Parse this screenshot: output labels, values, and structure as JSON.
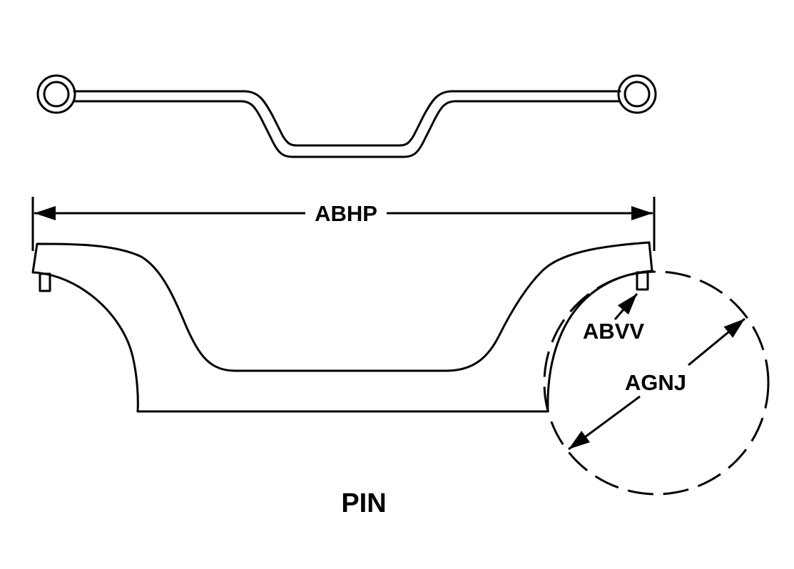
{
  "diagram": {
    "part_name": "PIN",
    "dimensions": {
      "overall_length": "ABHP",
      "pin_diameter": "ABVV",
      "circle_diameter": "AGNJ"
    }
  },
  "colors": {
    "background": "#ffffff",
    "line": "#000000"
  },
  "icons": {
    "left_eye": "loop-end-icon",
    "right_eye": "loop-end-icon"
  }
}
